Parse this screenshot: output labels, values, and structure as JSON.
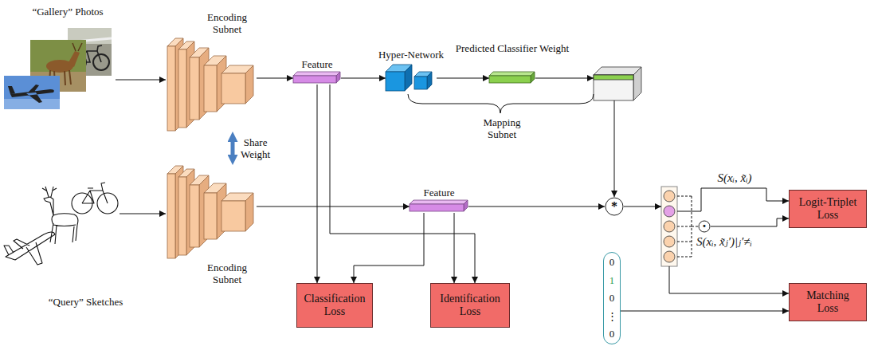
{
  "diagram": {
    "nodes": [
      {
        "text": [
          "“Gallery” Photos"
        ]
      },
      {
        "text": [
          "Encoding Subnet"
        ]
      },
      {
        "text": [
          "Feature"
        ]
      },
      {
        "text": [
          "Hyper-Network"
        ]
      },
      {
        "text": [
          "Predicted Classifier Weight"
        ]
      },
      {
        "text": [
          "“Query” Sketches"
        ]
      },
      {
        "text": [
          "Encoding Subnet"
        ]
      },
      {
        "text": [
          "Feature"
        ]
      },
      {
        "text": [
          "*"
        ]
      },
      {
        "text": [
          "·"
        ]
      },
      {
        "text": [
          "Logit-Triplet Loss"
        ]
      },
      {
        "text": [
          "Classification Loss"
        ]
      },
      {
        "text": [
          "Identification Loss"
        ]
      },
      {
        "text": [
          "0",
          "1",
          "0",
          "⋮",
          "0"
        ]
      },
      {
        "text": [
          "Matching Loss"
        ]
      }
    ],
    "edges": [
      {
        "from": 0,
        "to": 1,
        "arrow": "to"
      },
      {
        "from": 1,
        "to": 2,
        "arrow": "to"
      },
      {
        "from": 2,
        "to": 3,
        "arrow": "to"
      },
      {
        "from": 3,
        "to": 4,
        "arrow": "to"
      },
      {
        "from": 1,
        "to": 6,
        "label": "Share Weight",
        "arrow": "both"
      },
      {
        "from": 5,
        "to": 6,
        "arrow": "to"
      },
      {
        "from": 6,
        "to": 7,
        "arrow": "to"
      },
      {
        "from": 7,
        "to": 8,
        "arrow": "to"
      },
      {
        "from": 2,
        "to": 11,
        "arrow": "to"
      },
      {
        "from": 2,
        "to": 12,
        "arrow": "to"
      },
      {
        "from": 7,
        "to": 11,
        "arrow": "to"
      },
      {
        "from": 7,
        "to": 12,
        "arrow": "to"
      },
      {
        "from": 9,
        "to": 10,
        "arrow": "to"
      },
      {
        "from": 13,
        "to": 14,
        "arrow": "to"
      }
    ],
    "labels": [
      "Mapping Subnet",
      "S(xᵢ, x̃ᵢ)",
      "S(xᵢ, x̃ⱼ′)|ⱼ′≠ᵢ"
    ]
  }
}
